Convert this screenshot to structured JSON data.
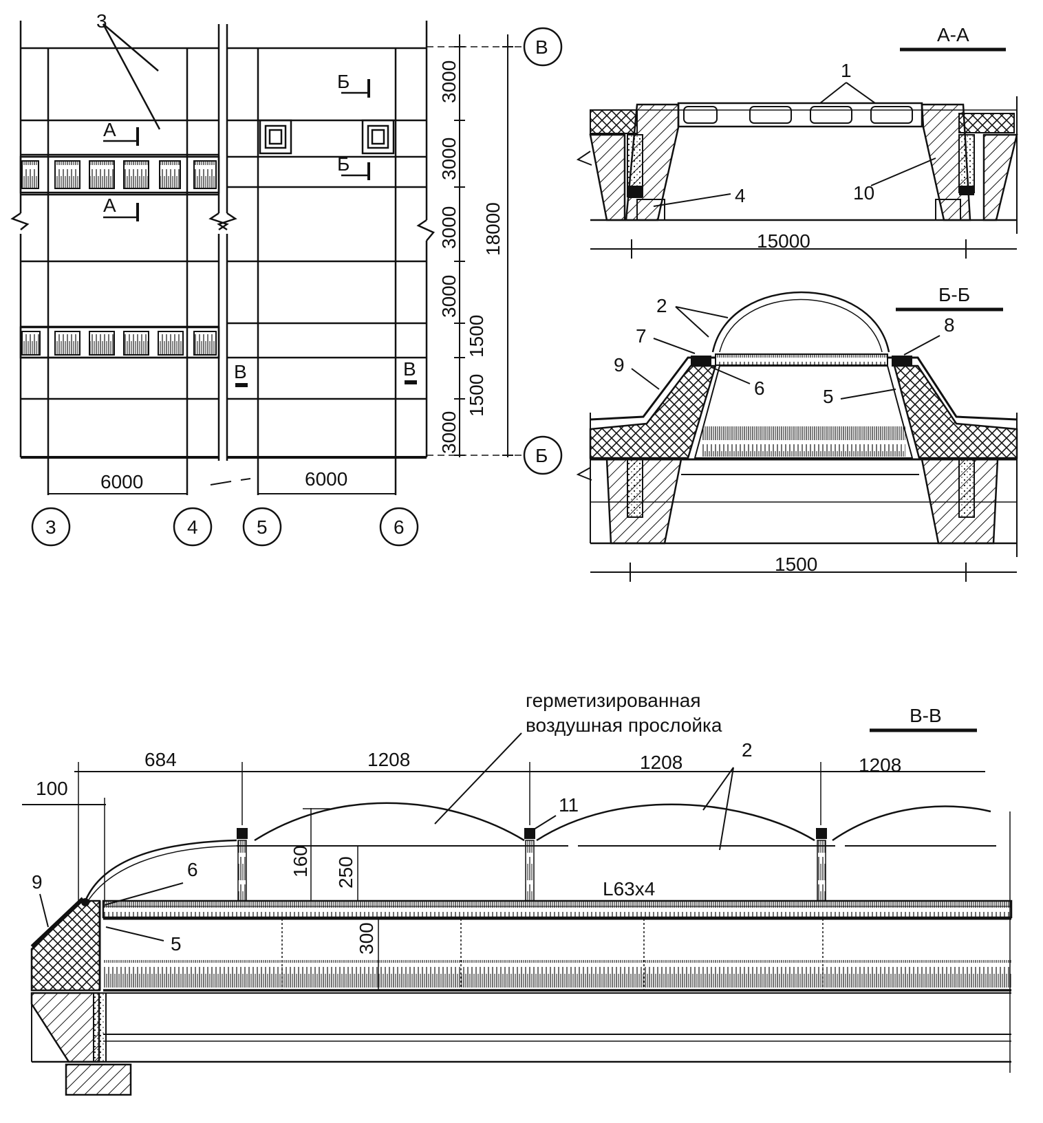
{
  "plan": {
    "axes": {
      "ax3": "3",
      "ax4": "4",
      "ax5": "5",
      "ax6": "6",
      "axV": "В",
      "axB": "Б"
    },
    "dims_h": {
      "span1": "6000",
      "span2": "6000"
    },
    "dims_v": {
      "d1": "3000",
      "d2": "3000",
      "d3": "3000",
      "d4": "3000",
      "d5": "1500",
      "d6": "1500",
      "d7": "3000",
      "total": "18000"
    },
    "marks": {
      "m3": "3",
      "a1": "А",
      "a2": "А",
      "b1": "Б",
      "b2": "Б",
      "v1": "В",
      "v2": "В"
    }
  },
  "section_aa": {
    "title": "А-А",
    "span": "15000",
    "callouts": {
      "c1": "1",
      "c4": "4",
      "c10": "10"
    }
  },
  "section_bb": {
    "title": "Б-Б",
    "span": "1500",
    "callouts": {
      "c2": "2",
      "c7": "7",
      "c8": "8",
      "c9": "9",
      "c6": "6",
      "c5": "5"
    }
  },
  "section_vv": {
    "title": "В-В",
    "note_line1": "герметизированная",
    "note_line2": "воздушная прослойка",
    "dims": {
      "d100": "100",
      "d684": "684",
      "d1208a": "1208",
      "d1208b": "1208",
      "d1208c": "1208",
      "d160": "160",
      "d250": "250",
      "d300": "300"
    },
    "profile": "L63x4",
    "callouts": {
      "c2": "2",
      "c11": "11",
      "c6": "6",
      "c9": "9",
      "c5": "5"
    }
  }
}
